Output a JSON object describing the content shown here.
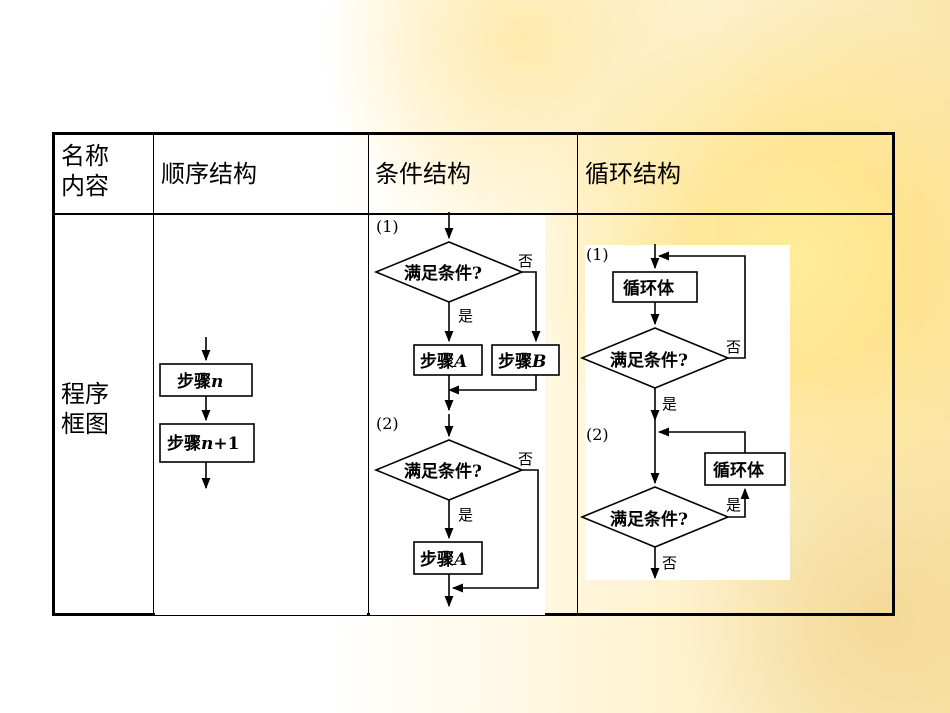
{
  "header": {
    "corner_line1": "名称",
    "corner_line2": "内容",
    "col1": "顺序结构",
    "col2": "条件结构",
    "col3": "循环结构"
  },
  "row": {
    "label_line1": "程序",
    "label_line2": "框图"
  },
  "sequence": {
    "step1_prefix": "步骤",
    "step1_var": "n",
    "step2_prefix": "步骤",
    "step2_var": "n",
    "step2_suffix": "+1"
  },
  "conditional": {
    "label1": "(1)",
    "cond1": "满足条件?",
    "no1": "否",
    "yes1": "是",
    "stepA_prefix": "步骤",
    "stepA_var": "A",
    "stepB_prefix": "步骤",
    "stepB_var": "B",
    "label2": "(2)",
    "cond2": "满足条件?",
    "no2": "否",
    "yes2": "是",
    "stepA2_prefix": "步骤",
    "stepA2_var": "A"
  },
  "loop": {
    "label1": "(1)",
    "body1": "循环体",
    "cond1": "满足条件?",
    "no1": "否",
    "yes1": "是",
    "label2": "(2)",
    "body2": "循环体",
    "cond2": "满足条件?",
    "yes2": "是",
    "no2": "否"
  }
}
